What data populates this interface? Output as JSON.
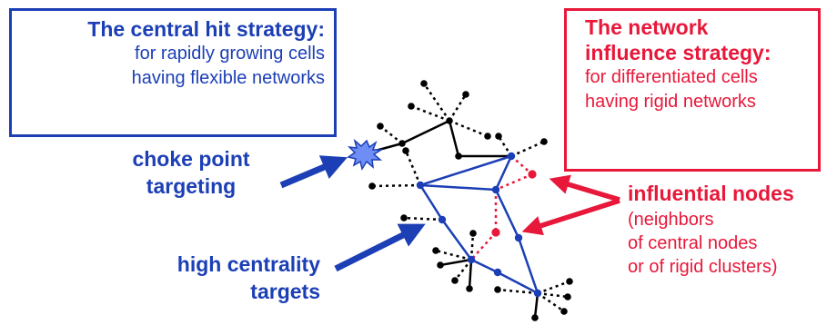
{
  "central_box": {
    "title": "The central hit strategy:",
    "line1": "for rapidly growing cells",
    "line2": "having flexible networks"
  },
  "network_box": {
    "title1": "The network",
    "title2": "influence strategy:",
    "line1": "for differentiated cells",
    "line2": "having rigid networks"
  },
  "labels": {
    "choke1": "choke point",
    "choke2": "targeting",
    "centrality1": "high centrality",
    "centrality2": "targets",
    "influential": "influential nodes",
    "influential_desc1": "(neighbors",
    "influential_desc2": "of central nodes",
    "influential_desc3": "or of rigid clusters)"
  },
  "colors": {
    "blue": "#1c3fb5",
    "red": "#e8183a",
    "black": "#000000",
    "choke_fill": "#6f8ef5"
  }
}
